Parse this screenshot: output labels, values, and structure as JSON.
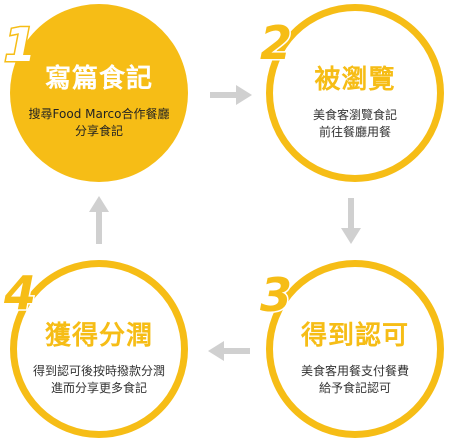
{
  "steps": [
    {
      "number": "1",
      "title": "寫篇食記",
      "desc_line1": "搜尋Food Marco合作餐廳",
      "desc_line2": "分享食記"
    },
    {
      "number": "2",
      "title": "被瀏覽",
      "desc_line1": "美食客瀏覽食記",
      "desc_line2": "前往餐廳用餐"
    },
    {
      "number": "3",
      "title": "得到認可",
      "desc_line1": "美食客用餐支付餐費",
      "desc_line2": "給予食記認可"
    },
    {
      "number": "4",
      "title": "獲得分潤",
      "desc_line1": "得到認可後按時撥款分潤",
      "desc_line2": "進而分享更多食記"
    }
  ],
  "colors": {
    "accent": "#f6bd16",
    "arrow": "#d0d0d0",
    "text": "#333333"
  }
}
